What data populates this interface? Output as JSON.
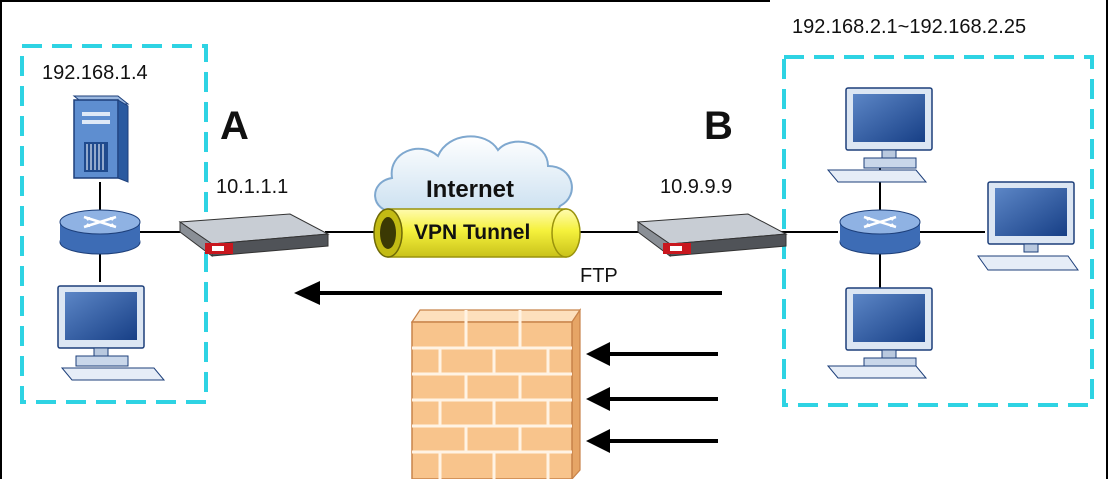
{
  "labels": {
    "network_left_ip": "192.168.1.4",
    "network_right_range": "192.168.2.1~192.168.2.25",
    "router_a": "A",
    "router_b": "B",
    "router_a_ip": "10.1.1.1",
    "router_b_ip": "10.9.9.9",
    "internet": "Internet",
    "vpn_tunnel": "VPN Tunnel",
    "ftp": "FTP"
  },
  "colors": {
    "dashed_boundary": "#2ed3e3",
    "tunnel_fill": "#f2f04a",
    "cloud_fill": "#dcecf7",
    "brick_fill": "#f8c48c",
    "device_blue": "#1d4e9a",
    "router_red": "#c8171e"
  },
  "icons": [
    "server-icon",
    "switch-icon",
    "pc-icon",
    "router-device-icon",
    "cloud-icon",
    "firewall-icon",
    "arrow-icon"
  ]
}
